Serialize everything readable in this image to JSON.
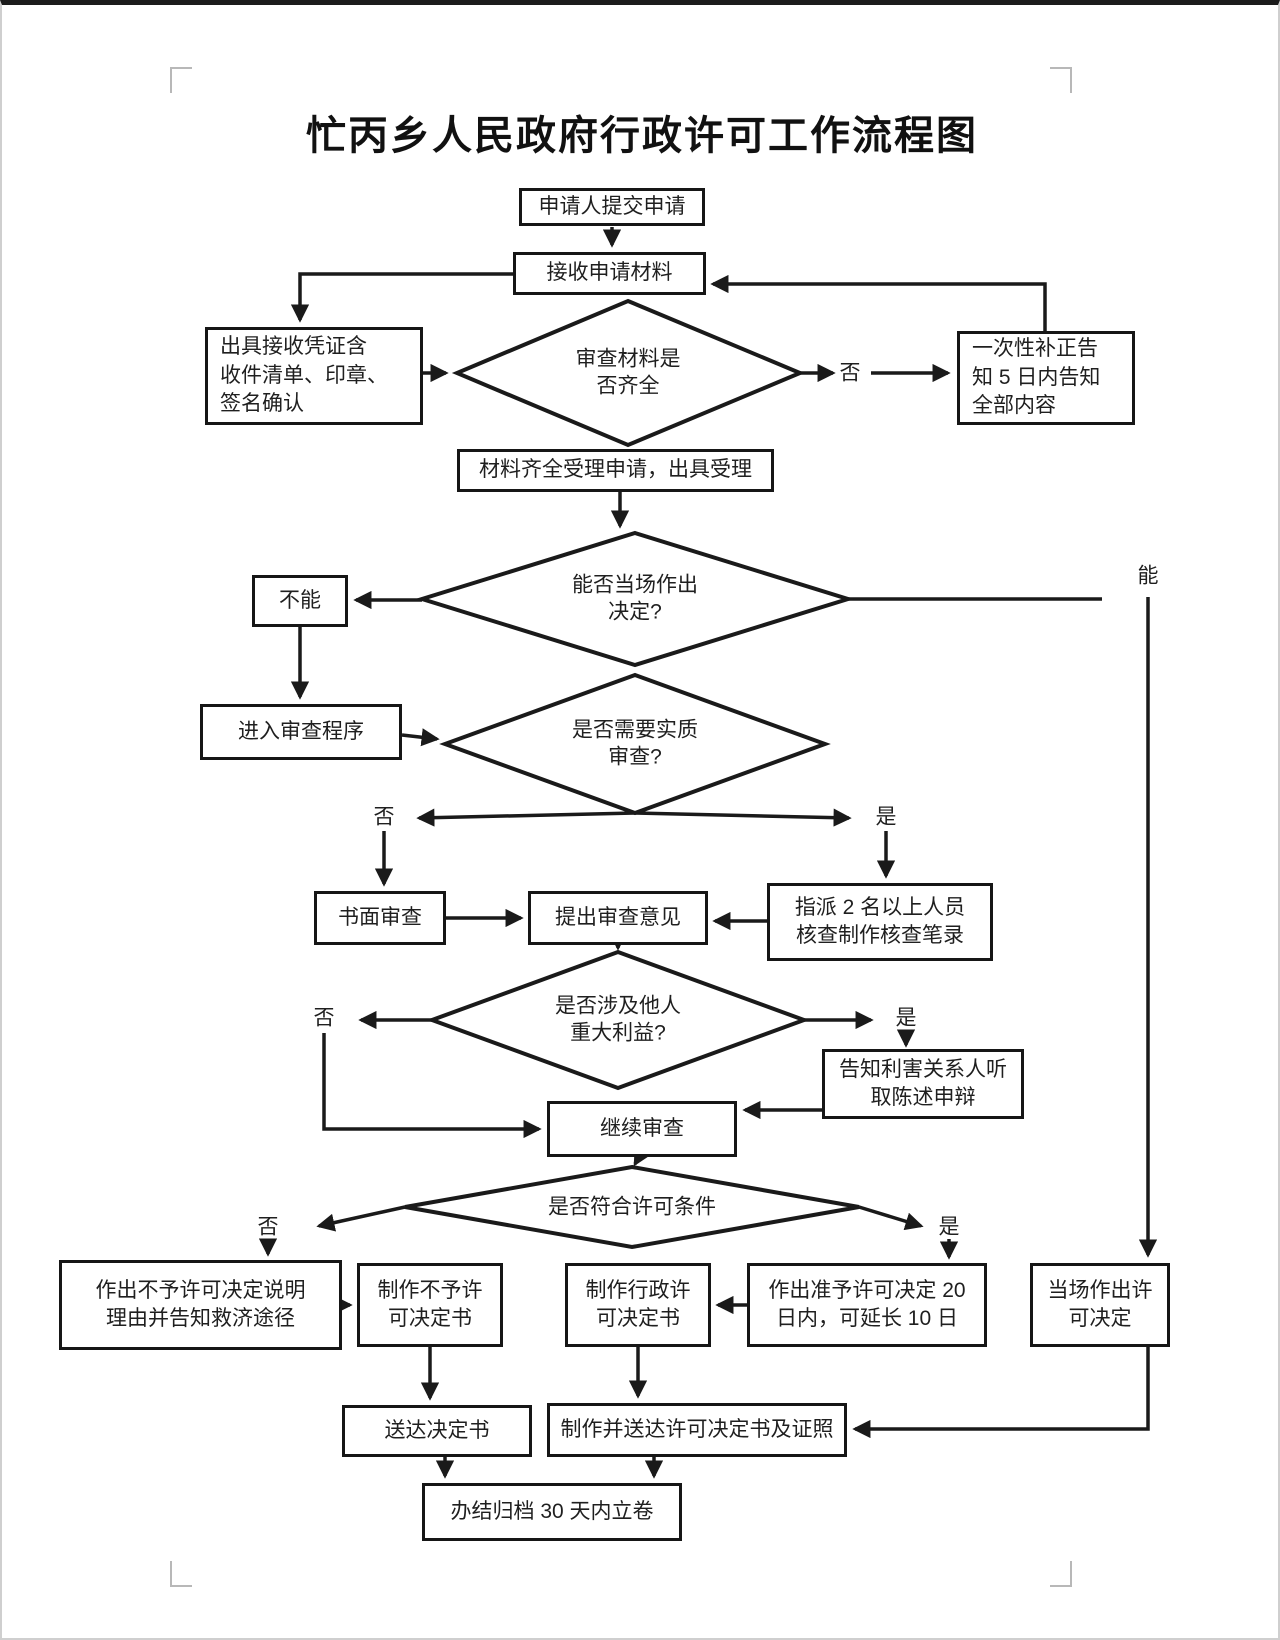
{
  "page": {
    "title": "忙丙乡人民政府行政许可工作流程图"
  },
  "nodes": {
    "submit": {
      "label": "申请人提交申请"
    },
    "receive": {
      "label": "接收申请材料"
    },
    "receipt": {
      "label": "出具接收凭证含\n收件清单、印章、\n签名确认"
    },
    "review_materials": {
      "label": "审查材料是\n否齐全"
    },
    "onetime_notice": {
      "label": "一次性补正告\n知 5 日内告知\n全部内容"
    },
    "accept": {
      "label": "材料齐全受理申请，出具受理"
    },
    "can_decide_onspot": {
      "label": "能否当场作出\n决定?"
    },
    "cannot": {
      "label": "不能"
    },
    "enter_review": {
      "label": "进入审查程序"
    },
    "need_substantive": {
      "label": "是否需要实质\n审查?"
    },
    "written_review": {
      "label": "书面审查"
    },
    "opinion": {
      "label": "提出审查意见"
    },
    "assign_staff": {
      "label": "指派 2 名以上人员\n核查制作核查笔录"
    },
    "involve_others": {
      "label": "是否涉及他人\n重大利益?"
    },
    "notify_parties": {
      "label": "告知利害关系人听\n取陈述申辩"
    },
    "continue_review": {
      "label": "继续审查"
    },
    "meet_conditions": {
      "label": "是否符合许可条件"
    },
    "deny_explain": {
      "label": "作出不予许可决定说明\n理由并告知救济途径"
    },
    "make_denial": {
      "label": "制作不予许\n可决定书"
    },
    "make_license": {
      "label": "制作行政许\n可决定书"
    },
    "grant_decision": {
      "label": "作出准予许可决定 20\n日内，可延长 10 日"
    },
    "onspot_decision": {
      "label": "当场作出许\n可决定"
    },
    "deliver": {
      "label": "送达决定书"
    },
    "deliver_license": {
      "label": "制作并送达许可决定书及证照"
    },
    "archive": {
      "label": "办结归档 30 天内立卷"
    }
  },
  "edge_labels": {
    "materials_no": "否",
    "onspot_can": "能",
    "substantive_no": "否",
    "substantive_yes": "是",
    "others_no": "否",
    "others_yes": "是",
    "conditions_no": "否",
    "conditions_yes": "是"
  },
  "colors": {
    "line": "#1a1a1a",
    "text": "#1f1f1f",
    "corner_mark": "#b8b8b8"
  }
}
